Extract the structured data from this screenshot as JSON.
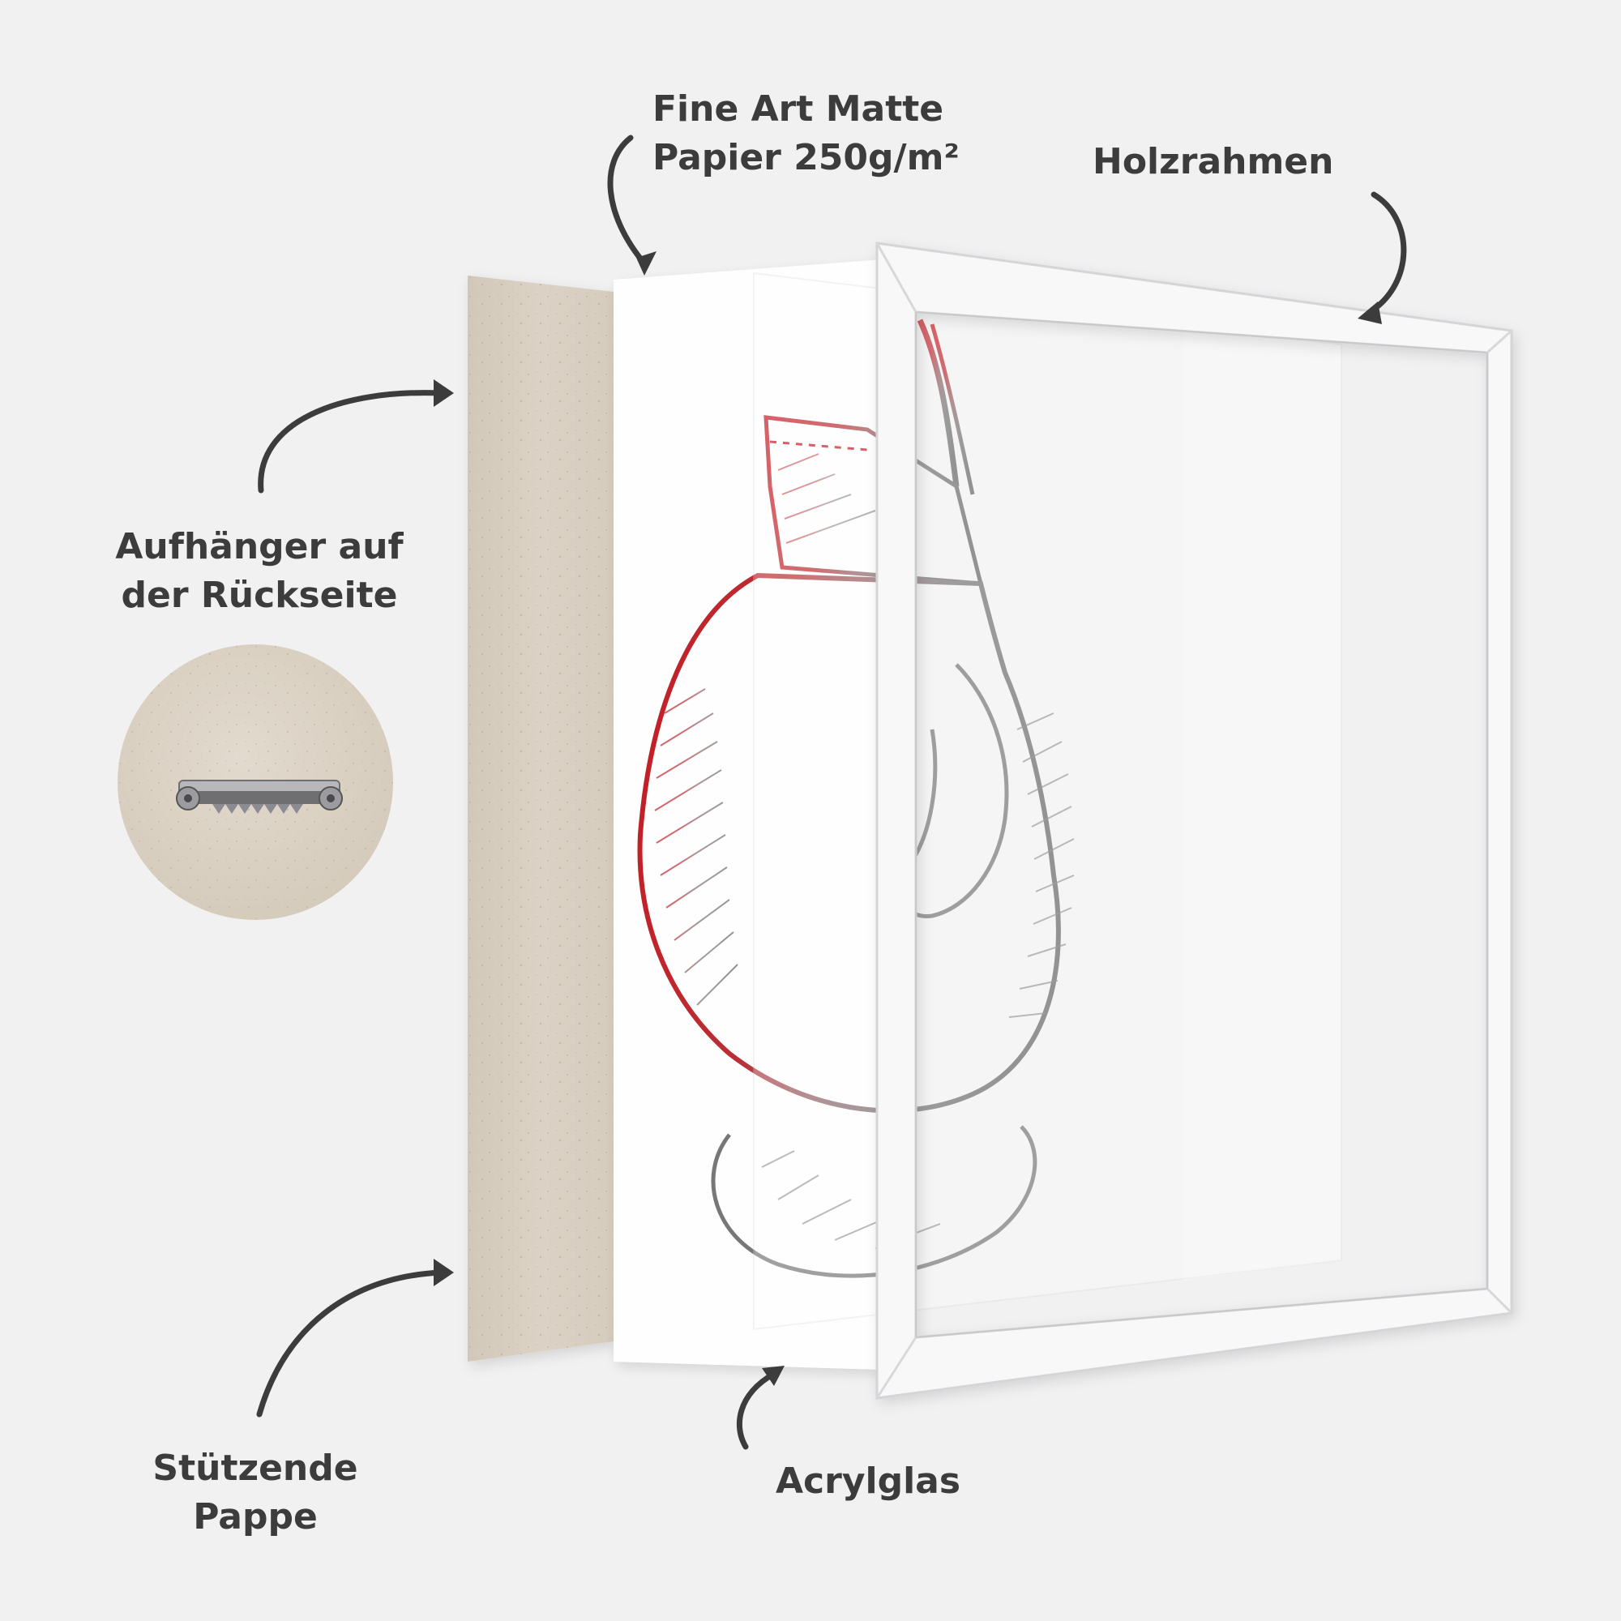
{
  "labels": {
    "paper_line1": "Fine Art Matte",
    "paper_line2": "Papier 250g/m²",
    "frame": "Holzrahmen",
    "hanger_line1": "Aufhänger auf",
    "hanger_line2": "der Rückseite",
    "board_line1": "Stützende",
    "board_line2": "Pappe",
    "glass": "Acrylglas"
  },
  "colors": {
    "background": "#f1f1f2",
    "text": "#3c3c3c",
    "arrow": "#3c3c3c",
    "cardboard": "#d8cfc1",
    "frame": "#f7f7f8",
    "glove_red": "#c1121a",
    "glove_gray": "#6a6a6a"
  },
  "icons": [
    "curved-arrow-icon",
    "sawtooth-hanger-icon",
    "boxing-glove-illustration"
  ]
}
